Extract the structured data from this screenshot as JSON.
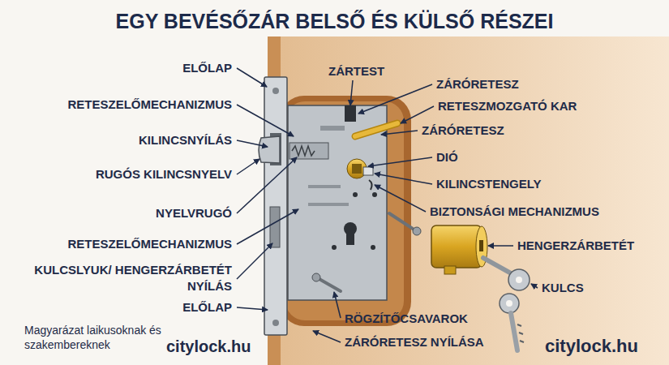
{
  "diagram": {
    "title": "EGY BEVÉSŐZÁR BELSŐ ÉS KÜLSŐ RÉSZEI",
    "labels": [
      "ELŐLAP",
      "RETESZELŐMECHANIZMUS",
      "KILINCSNYÍLÁS",
      "RUGÓS KILINCSNYELV",
      "NYELVRUGÓ",
      "RETESZELŐMECHANIZMUS",
      "KULCSLYUK/ HENGERZÁRBETÉT NYÍLÁS",
      "ELŐLAP",
      "ZÁRTEST",
      "ZÁRÓRETESZ",
      "RETESZMOZGATÓ KAR",
      "ZÁRÓRETESZ",
      "DIÓ",
      "KILINCSTENGELY",
      "BIZTONSÁGI MECHANIZMUS",
      "HENGERZÁRBETÉT",
      "KULCS",
      "RÖGZÍTŐCSAVAROK",
      "ZÁRÓRETESZ NYÍLÁSA",
      "Magyarázat laikusoknak és szakembereknek",
      "citylock.hu",
      "citylock.hu"
    ]
  }
}
